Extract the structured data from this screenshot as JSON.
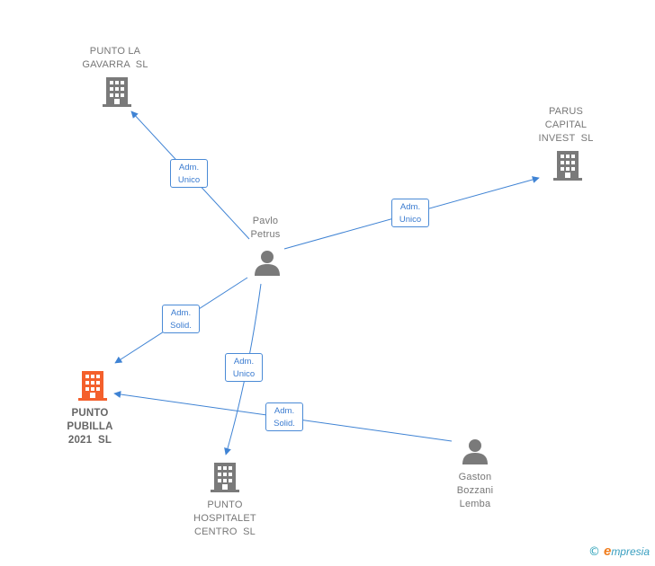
{
  "nodes": {
    "punto_la_gavarra": {
      "label_lines": [
        "PUNTO LA",
        "GAVARRA  SL"
      ],
      "kind": "company",
      "icon": "building-icon"
    },
    "parus_capital": {
      "label_lines": [
        "PARUS",
        "CAPITAL",
        "INVEST  SL"
      ],
      "kind": "company",
      "icon": "building-icon"
    },
    "pavlo_petrus": {
      "label_lines": [
        "Pavlo",
        "Petrus"
      ],
      "kind": "person",
      "icon": "person-icon"
    },
    "punto_pubilla": {
      "label_lines": [
        "PUNTO",
        "PUBILLA",
        "2021  SL"
      ],
      "kind": "company",
      "icon": "building-icon",
      "focus": true
    },
    "punto_hospitalet": {
      "label_lines": [
        "PUNTO",
        "HOSPITALET",
        "CENTRO  SL"
      ],
      "kind": "company",
      "icon": "building-icon"
    },
    "gaston_bozzani": {
      "label_lines": [
        "Gaston",
        "Bozzani",
        "Lemba"
      ],
      "kind": "person",
      "icon": "person-icon"
    }
  },
  "edges": [
    {
      "from": "pavlo_petrus",
      "to": "punto_la_gavarra",
      "label_lines": [
        "Adm.",
        "Unico"
      ]
    },
    {
      "from": "pavlo_petrus",
      "to": "parus_capital",
      "label_lines": [
        "Adm.",
        "Unico"
      ]
    },
    {
      "from": "pavlo_petrus",
      "to": "punto_pubilla",
      "label_lines": [
        "Adm.",
        "Solid."
      ]
    },
    {
      "from": "pavlo_petrus",
      "to": "punto_hospitalet",
      "label_lines": [
        "Adm.",
        "Unico"
      ]
    },
    {
      "from": "gaston_bozzani",
      "to": "punto_pubilla",
      "label_lines": [
        "Adm.",
        "Solid."
      ]
    }
  ],
  "colors": {
    "edge": "#3f83d4",
    "company": "#7a7a7a",
    "focus_company": "#f4602c",
    "person": "#7a7a7a",
    "brand_c": "#2aa0b8",
    "brand_e": "#f07c1c"
  },
  "footer": {
    "copyright_symbol": "©",
    "brand_initial": "e",
    "brand_rest": "mpresia"
  }
}
